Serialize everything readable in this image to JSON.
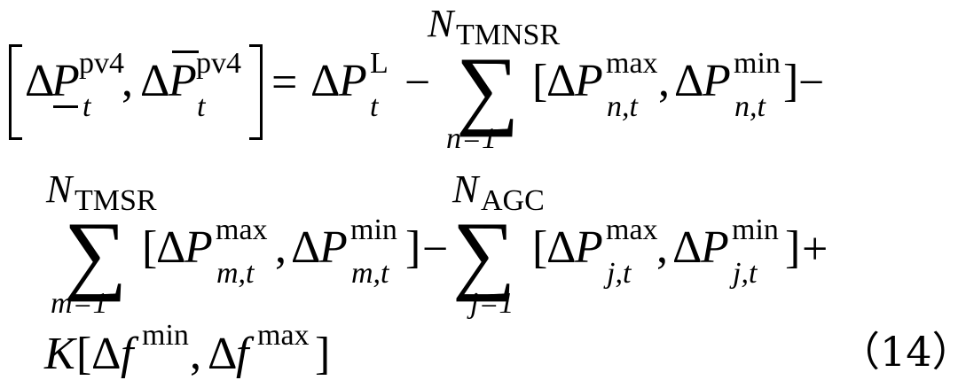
{
  "equation": {
    "number": "（14）",
    "row1": {
      "delta": "Δ",
      "P": "P",
      "pv4": "pv4",
      "t": "t",
      "comma": ",",
      "equals": "=",
      "L": "L",
      "minus": "−",
      "sum_upper": "N",
      "sum_upper_sub": "TMNSR",
      "sum_lower": "n=1",
      "sigma": "∑",
      "lbr": "[",
      "rbr": "]",
      "max": "max",
      "min": "min",
      "idx": "n,t"
    },
    "row2": {
      "sum1_upper": "N",
      "sum1_upper_sub": "TMSR",
      "sum1_lower": "m=1",
      "idx1": "m,t",
      "sum2_upper": "N",
      "sum2_upper_sub": "AGC",
      "sum2_lower": "j=1",
      "idx2": "j,t",
      "plus": "+"
    },
    "row3": {
      "K": "K",
      "f": "f"
    }
  }
}
